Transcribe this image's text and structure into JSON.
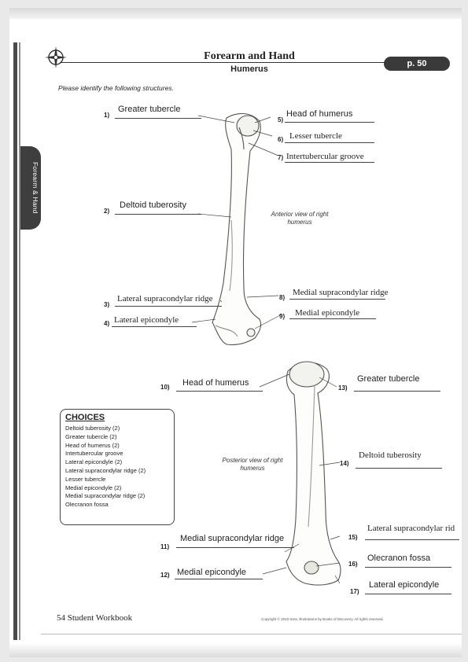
{
  "header": {
    "title": "Forearm and Hand",
    "subtitle": "Humerus",
    "page_badge": "p. 50",
    "side_tab": "Forearm & Hand"
  },
  "instructions": "Please identify the following structures.",
  "anterior": {
    "view_label": "Anterior view of right humerus",
    "items": [
      {
        "num": "1)",
        "answer": "Greater tubercle"
      },
      {
        "num": "2)",
        "answer": "Deltoid tuberosity"
      },
      {
        "num": "3)",
        "answer": "Lateral supracondylar ridge"
      },
      {
        "num": "4)",
        "answer": "Lateral epicondyle"
      },
      {
        "num": "5)",
        "answer": "Head of humerus"
      },
      {
        "num": "6)",
        "answer": "Lesser tubercle"
      },
      {
        "num": "7)",
        "answer": "Intertubercular groove"
      },
      {
        "num": "8)",
        "answer": "Medial supracondylar ridge"
      },
      {
        "num": "9)",
        "answer": "Medial epicondyle"
      }
    ]
  },
  "posterior": {
    "view_label": "Posterior view of right humerus",
    "items": [
      {
        "num": "10)",
        "answer": "Head of humerus"
      },
      {
        "num": "11)",
        "answer": "Medial supracondylar ridge"
      },
      {
        "num": "12)",
        "answer": "Medial epicondyle"
      },
      {
        "num": "13)",
        "answer": "Greater tubercle"
      },
      {
        "num": "14)",
        "answer": "Deltoid tuberosity"
      },
      {
        "num": "15)",
        "answer": "Lateral supracondylar rid"
      },
      {
        "num": "16)",
        "answer": "Olecranon fossa"
      },
      {
        "num": "17)",
        "answer": "Lateral epicondyle"
      }
    ]
  },
  "choices": {
    "title": "CHOICES",
    "items": [
      "Deltoid tuberosity (2)",
      "Greater tubercle (2)",
      "Head of humerus (2)",
      "Intertubercular groove",
      "Lateral epicondyle (2)",
      "Lateral supracondylar ridge (2)",
      "Lesser tubercle",
      "Medial epicondyle (2)",
      "Medial supracondylar ridge (2)",
      "Olecranon fossa"
    ]
  },
  "footer": {
    "left": "54 Student Workbook",
    "right": "Copyright © 2010 texts, illustrations by Books of Discovery. All rights reserved."
  }
}
